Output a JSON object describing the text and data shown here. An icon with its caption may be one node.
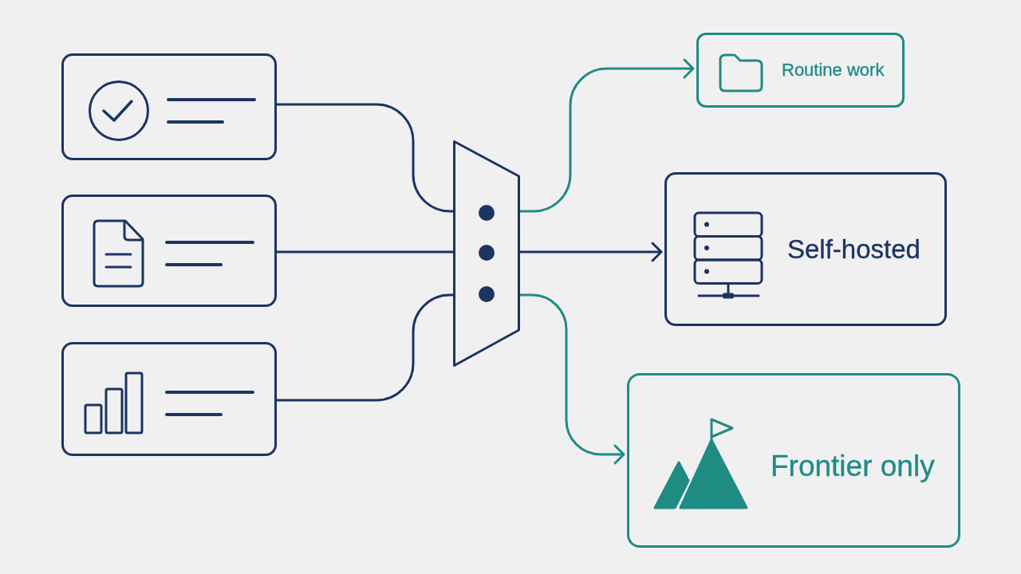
{
  "diagram": {
    "nodes": [
      {
        "text": [],
        "shape": "box"
      },
      {
        "text": [],
        "shape": "box"
      },
      {
        "text": [],
        "shape": "box"
      },
      {
        "text": [],
        "shape": "trapezoid"
      },
      {
        "text": [
          "Routine work"
        ]
      },
      {
        "text": [
          "Self-hosted"
        ]
      },
      {
        "text": [
          "Frontier only"
        ]
      }
    ],
    "edges": [
      {
        "from": 0,
        "to": 3,
        "arrow": "none"
      },
      {
        "from": 1,
        "to": 3,
        "arrow": "none"
      },
      {
        "from": 2,
        "to": 3,
        "arrow": "none"
      },
      {
        "from": 3,
        "to": 4,
        "arrow": "to",
        "color": "#1f8c84"
      },
      {
        "from": 3,
        "to": 5,
        "arrow": "to"
      },
      {
        "from": 3,
        "to": 6,
        "arrow": "to",
        "color": "#1f8c84"
      }
    ]
  }
}
